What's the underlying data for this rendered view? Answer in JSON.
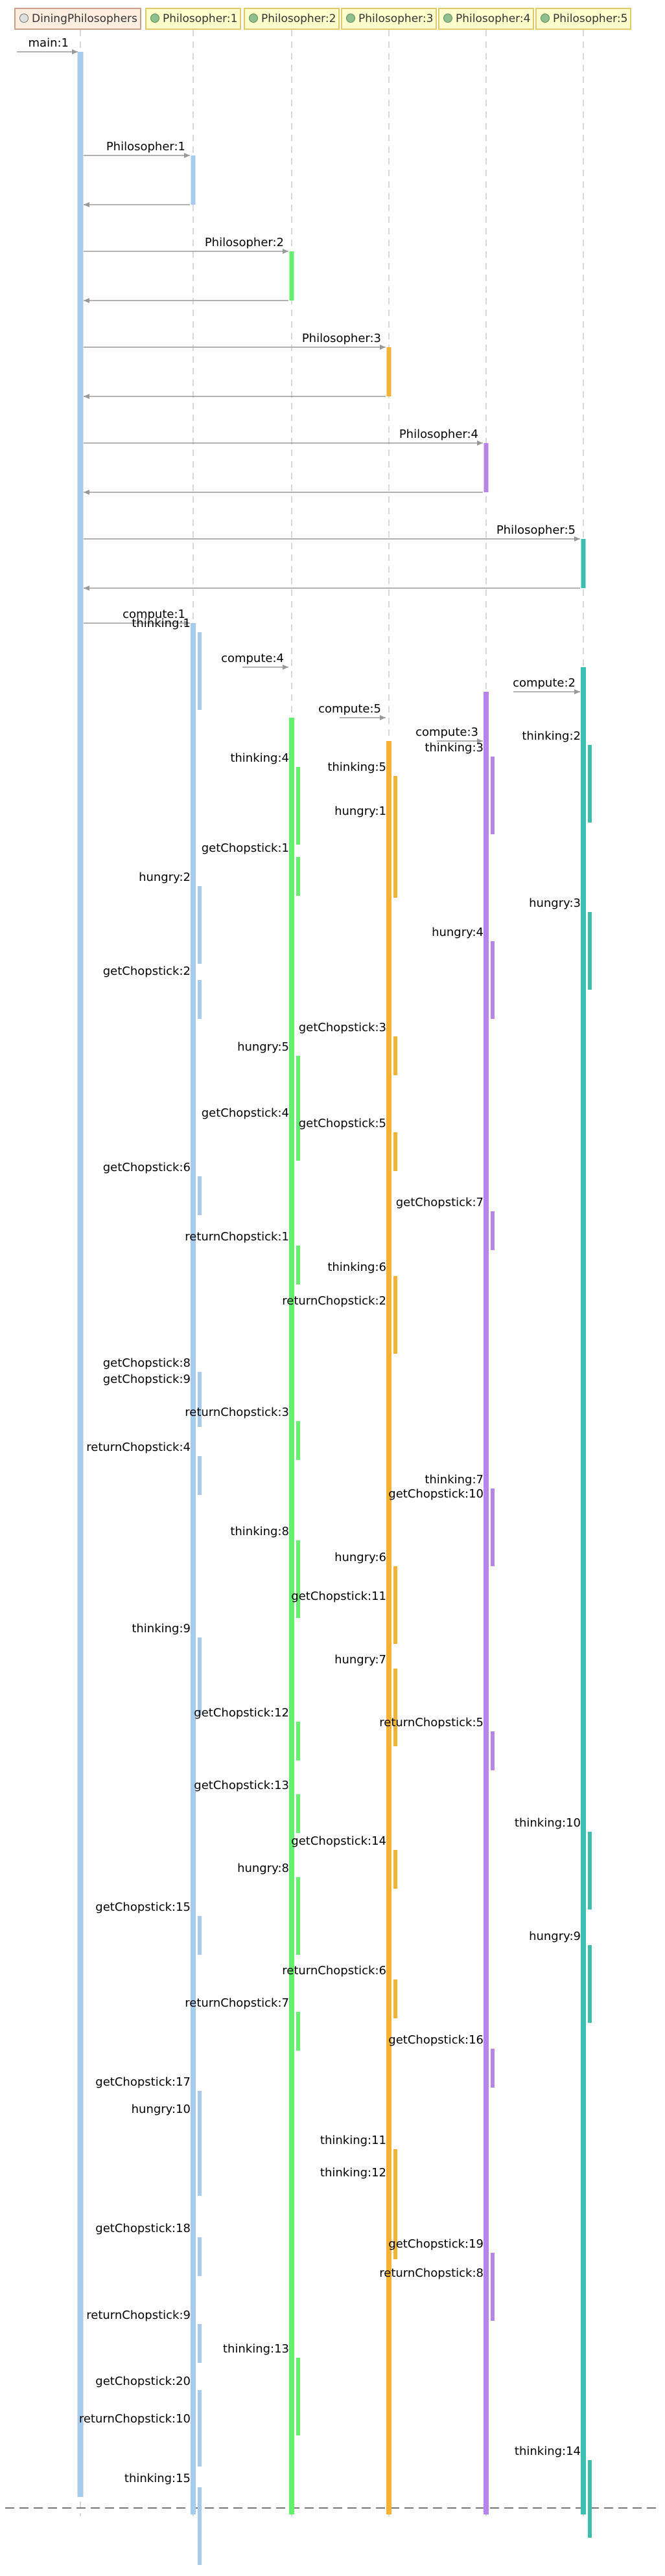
{
  "colors": {
    "main": "#a7cbed",
    "p1": "#a7cbed",
    "p2": "#66ee6e",
    "p3": "#f5b335",
    "p4": "#b784e8",
    "p5": "#3cbfb0",
    "line": "#999999",
    "text": "#000000"
  },
  "participants": [
    {
      "id": "main",
      "label": "DiningPhilosophers",
      "icon": "main-class-icon"
    },
    {
      "id": "p1",
      "label": "Philosopher:1",
      "icon": "object-icon"
    },
    {
      "id": "p2",
      "label": "Philosopher:2",
      "icon": "object-icon"
    },
    {
      "id": "p3",
      "label": "Philosopher:3",
      "icon": "object-icon"
    },
    {
      "id": "p4",
      "label": "Philosopher:4",
      "icon": "object-icon"
    },
    {
      "id": "p5",
      "label": "Philosopher:5",
      "icon": "object-icon"
    }
  ],
  "entry_message": "main:1",
  "constructors": [
    {
      "label": "Philosopher:1",
      "target": "p1"
    },
    {
      "label": "Philosopher:2",
      "target": "p2"
    },
    {
      "label": "Philosopher:3",
      "target": "p3"
    },
    {
      "label": "Philosopher:4",
      "target": "p4"
    },
    {
      "label": "Philosopher:5",
      "target": "p5"
    }
  ],
  "computes": [
    {
      "label": "compute:1",
      "target": "p1"
    },
    {
      "label": "compute:4",
      "target": "p2"
    },
    {
      "label": "compute:5",
      "target": "p3"
    },
    {
      "label": "compute:3",
      "target": "p4"
    },
    {
      "label": "compute:2",
      "target": "p5"
    }
  ],
  "calls": [
    {
      "label": "thinking:1",
      "lane": "p1"
    },
    {
      "label": "hungry:2",
      "lane": "p1"
    },
    {
      "label": "getChopstick:2",
      "lane": "p1"
    },
    {
      "label": "getChopstick:6",
      "lane": "p1"
    },
    {
      "label": "getChopstick:8",
      "lane": "p1"
    },
    {
      "label": "getChopstick:9",
      "lane": "p1"
    },
    {
      "label": "returnChopstick:4",
      "lane": "p1"
    },
    {
      "label": "thinking:9",
      "lane": "p1"
    },
    {
      "label": "getChopstick:15",
      "lane": "p1"
    },
    {
      "label": "getChopstick:17",
      "lane": "p1"
    },
    {
      "label": "hungry:10",
      "lane": "p1"
    },
    {
      "label": "getChopstick:18",
      "lane": "p1"
    },
    {
      "label": "returnChopstick:9",
      "lane": "p1"
    },
    {
      "label": "getChopstick:20",
      "lane": "p1"
    },
    {
      "label": "returnChopstick:10",
      "lane": "p1"
    },
    {
      "label": "thinking:15",
      "lane": "p1"
    },
    {
      "label": "thinking:4",
      "lane": "p2"
    },
    {
      "label": "getChopstick:1",
      "lane": "p2"
    },
    {
      "label": "hungry:5",
      "lane": "p2"
    },
    {
      "label": "getChopstick:4",
      "lane": "p2"
    },
    {
      "label": "returnChopstick:1",
      "lane": "p2"
    },
    {
      "label": "returnChopstick:3",
      "lane": "p2"
    },
    {
      "label": "thinking:8",
      "lane": "p2"
    },
    {
      "label": "getChopstick:12",
      "lane": "p2"
    },
    {
      "label": "getChopstick:13",
      "lane": "p2"
    },
    {
      "label": "hungry:8",
      "lane": "p2"
    },
    {
      "label": "returnChopstick:7",
      "lane": "p2"
    },
    {
      "label": "thinking:13",
      "lane": "p2"
    },
    {
      "label": "thinking:5",
      "lane": "p3"
    },
    {
      "label": "hungry:1",
      "lane": "p3"
    },
    {
      "label": "getChopstick:3",
      "lane": "p3"
    },
    {
      "label": "getChopstick:5",
      "lane": "p3"
    },
    {
      "label": "thinking:6",
      "lane": "p3"
    },
    {
      "label": "returnChopstick:2",
      "lane": "p3"
    },
    {
      "label": "hungry:6",
      "lane": "p3"
    },
    {
      "label": "getChopstick:11",
      "lane": "p3"
    },
    {
      "label": "hungry:7",
      "lane": "p3"
    },
    {
      "label": "getChopstick:14",
      "lane": "p3"
    },
    {
      "label": "returnChopstick:6",
      "lane": "p3"
    },
    {
      "label": "thinking:11",
      "lane": "p3"
    },
    {
      "label": "thinking:12",
      "lane": "p3"
    },
    {
      "label": "thinking:3",
      "lane": "p4"
    },
    {
      "label": "hungry:4",
      "lane": "p4"
    },
    {
      "label": "getChopstick:7",
      "lane": "p4"
    },
    {
      "label": "thinking:7",
      "lane": "p4"
    },
    {
      "label": "getChopstick:10",
      "lane": "p4"
    },
    {
      "label": "returnChopstick:5",
      "lane": "p4"
    },
    {
      "label": "getChopstick:16",
      "lane": "p4"
    },
    {
      "label": "getChopstick:19",
      "lane": "p4"
    },
    {
      "label": "returnChopstick:8",
      "lane": "p4"
    },
    {
      "label": "thinking:2",
      "lane": "p5"
    },
    {
      "label": "hungry:3",
      "lane": "p5"
    },
    {
      "label": "thinking:10",
      "lane": "p5"
    },
    {
      "label": "hungry:9",
      "lane": "p5"
    },
    {
      "label": "thinking:14",
      "lane": "p5"
    }
  ]
}
